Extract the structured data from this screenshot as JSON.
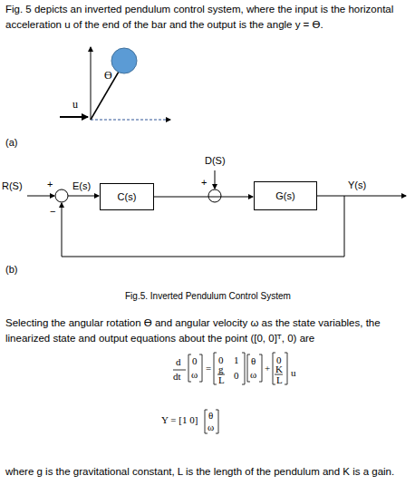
{
  "diagram": {
    "caption": "Fig.5. Inverted Pendulum Control System",
    "nodes": [
      {
        "text": [
          "C(s)"
        ]
      },
      {
        "text": [
          "G(s)"
        ]
      }
    ],
    "edges": [
      {
        "from": 0,
        "to": 1,
        "arrow": "to"
      }
    ],
    "labels": [
      "Fig. 5 depicts an inverted pendulum control system, where the input is the horizontal acceleration u of the end of the bar and the output is the angle y = ϴ.",
      "ϴ",
      "u",
      "(a)",
      "R(S)",
      "+",
      "E(s)",
      "−",
      "D(S)",
      "+",
      "Y(s)",
      "(b)",
      "Selecting the angular rotation ϴ and angular velocity ω as the state variables, the linearized state and output equations about the point ([0, 0]ᵀ, 0) are",
      "d",
      "dt",
      "0",
      "ω",
      "=",
      "0",
      "1",
      "g",
      "L",
      "0",
      "θ",
      "ω",
      "+",
      "0",
      "K",
      "L",
      "u",
      "Y = [1 0]",
      "θ",
      "ω",
      "where g is the gravitational constant, L is the length of the pendulum and K is a gain."
    ]
  }
}
